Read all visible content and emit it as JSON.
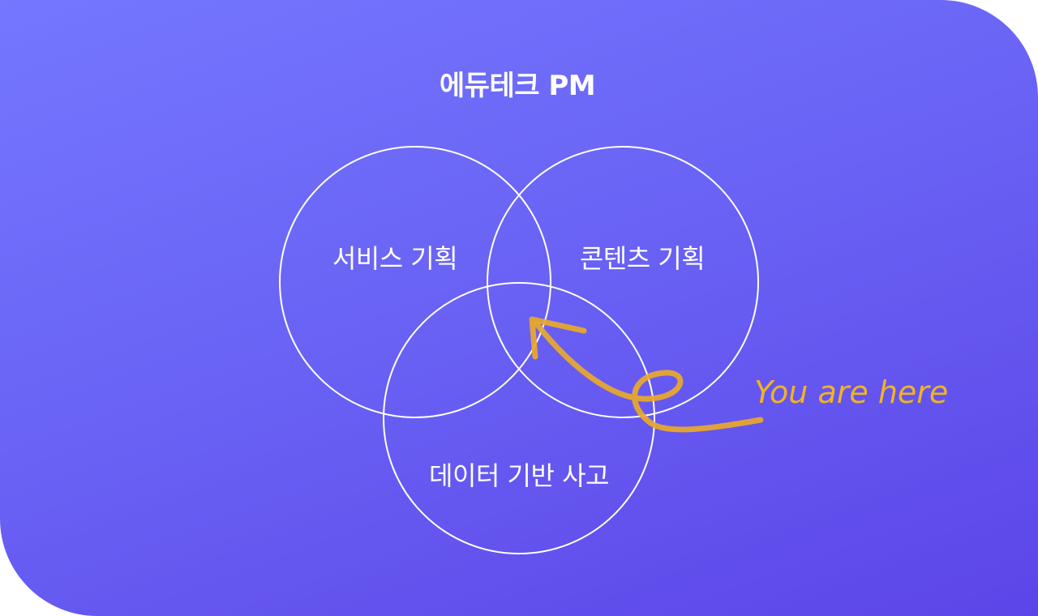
{
  "title": "에듀테크 PM",
  "circles": [
    {
      "id": "service",
      "label": "서비스 기획"
    },
    {
      "id": "content",
      "label": "콘텐츠 기획"
    },
    {
      "id": "data",
      "label": "데이터 기반 사고"
    }
  ],
  "annotation": {
    "label": "You are here",
    "color": "#f0b325"
  },
  "colors": {
    "gradient_start": "#7477ff",
    "gradient_end": "#5c45e8",
    "stroke": "#ffffff"
  }
}
